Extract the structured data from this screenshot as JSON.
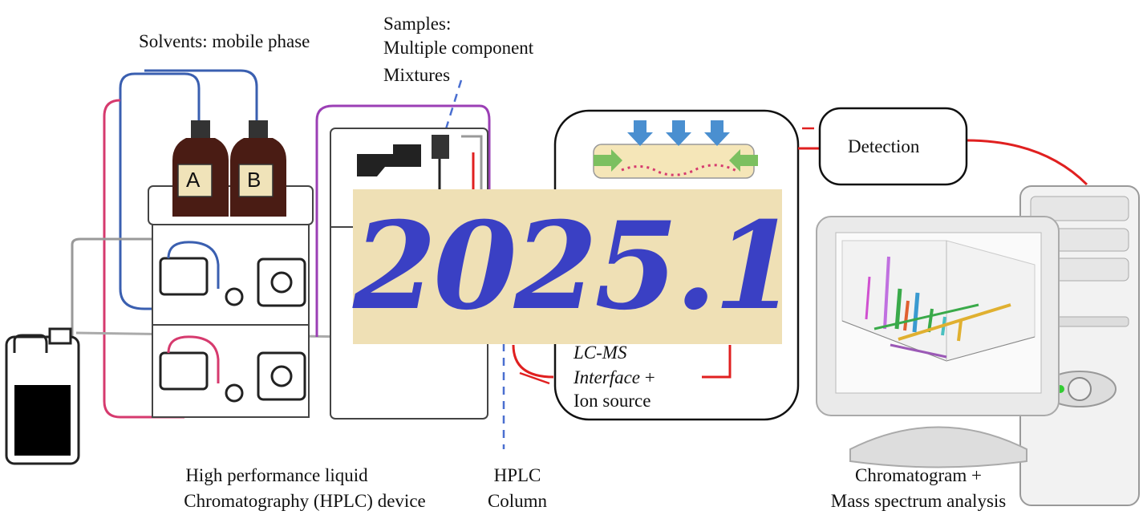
{
  "labels": {
    "solvents": "Solvents: mobile phase",
    "samples_line1": "Samples:",
    "samples_line2": "Multiple component",
    "samples_line3": "Mixtures",
    "detection": "Detection",
    "lcms_line1": "LC-MS",
    "lcms_line2": "Interface",
    "lcms_line2_plus": "+",
    "lcms_line3": "Ion source",
    "hplc_device_line1": "High performance liquid",
    "hplc_device_line2": "Chromatography (HPLC) device",
    "hplc_column_line1": "HPLC",
    "hplc_column_line2": "Column",
    "chromatogram_line1": "Chromatogram +",
    "chromatogram_line2": "Mass spectrum analysis"
  },
  "bottles": {
    "a": "A",
    "b": "B"
  },
  "stamp": {
    "text": "2025.1",
    "background": "#efe0b5",
    "color": "#3a40c4"
  },
  "colors": {
    "solvent_line": "#3a5fb0",
    "rinse_line": "#d63a6e",
    "sample_line": "#9b3fb5",
    "signal_line": "#e02020",
    "column_dash": "#4a6fd0"
  }
}
